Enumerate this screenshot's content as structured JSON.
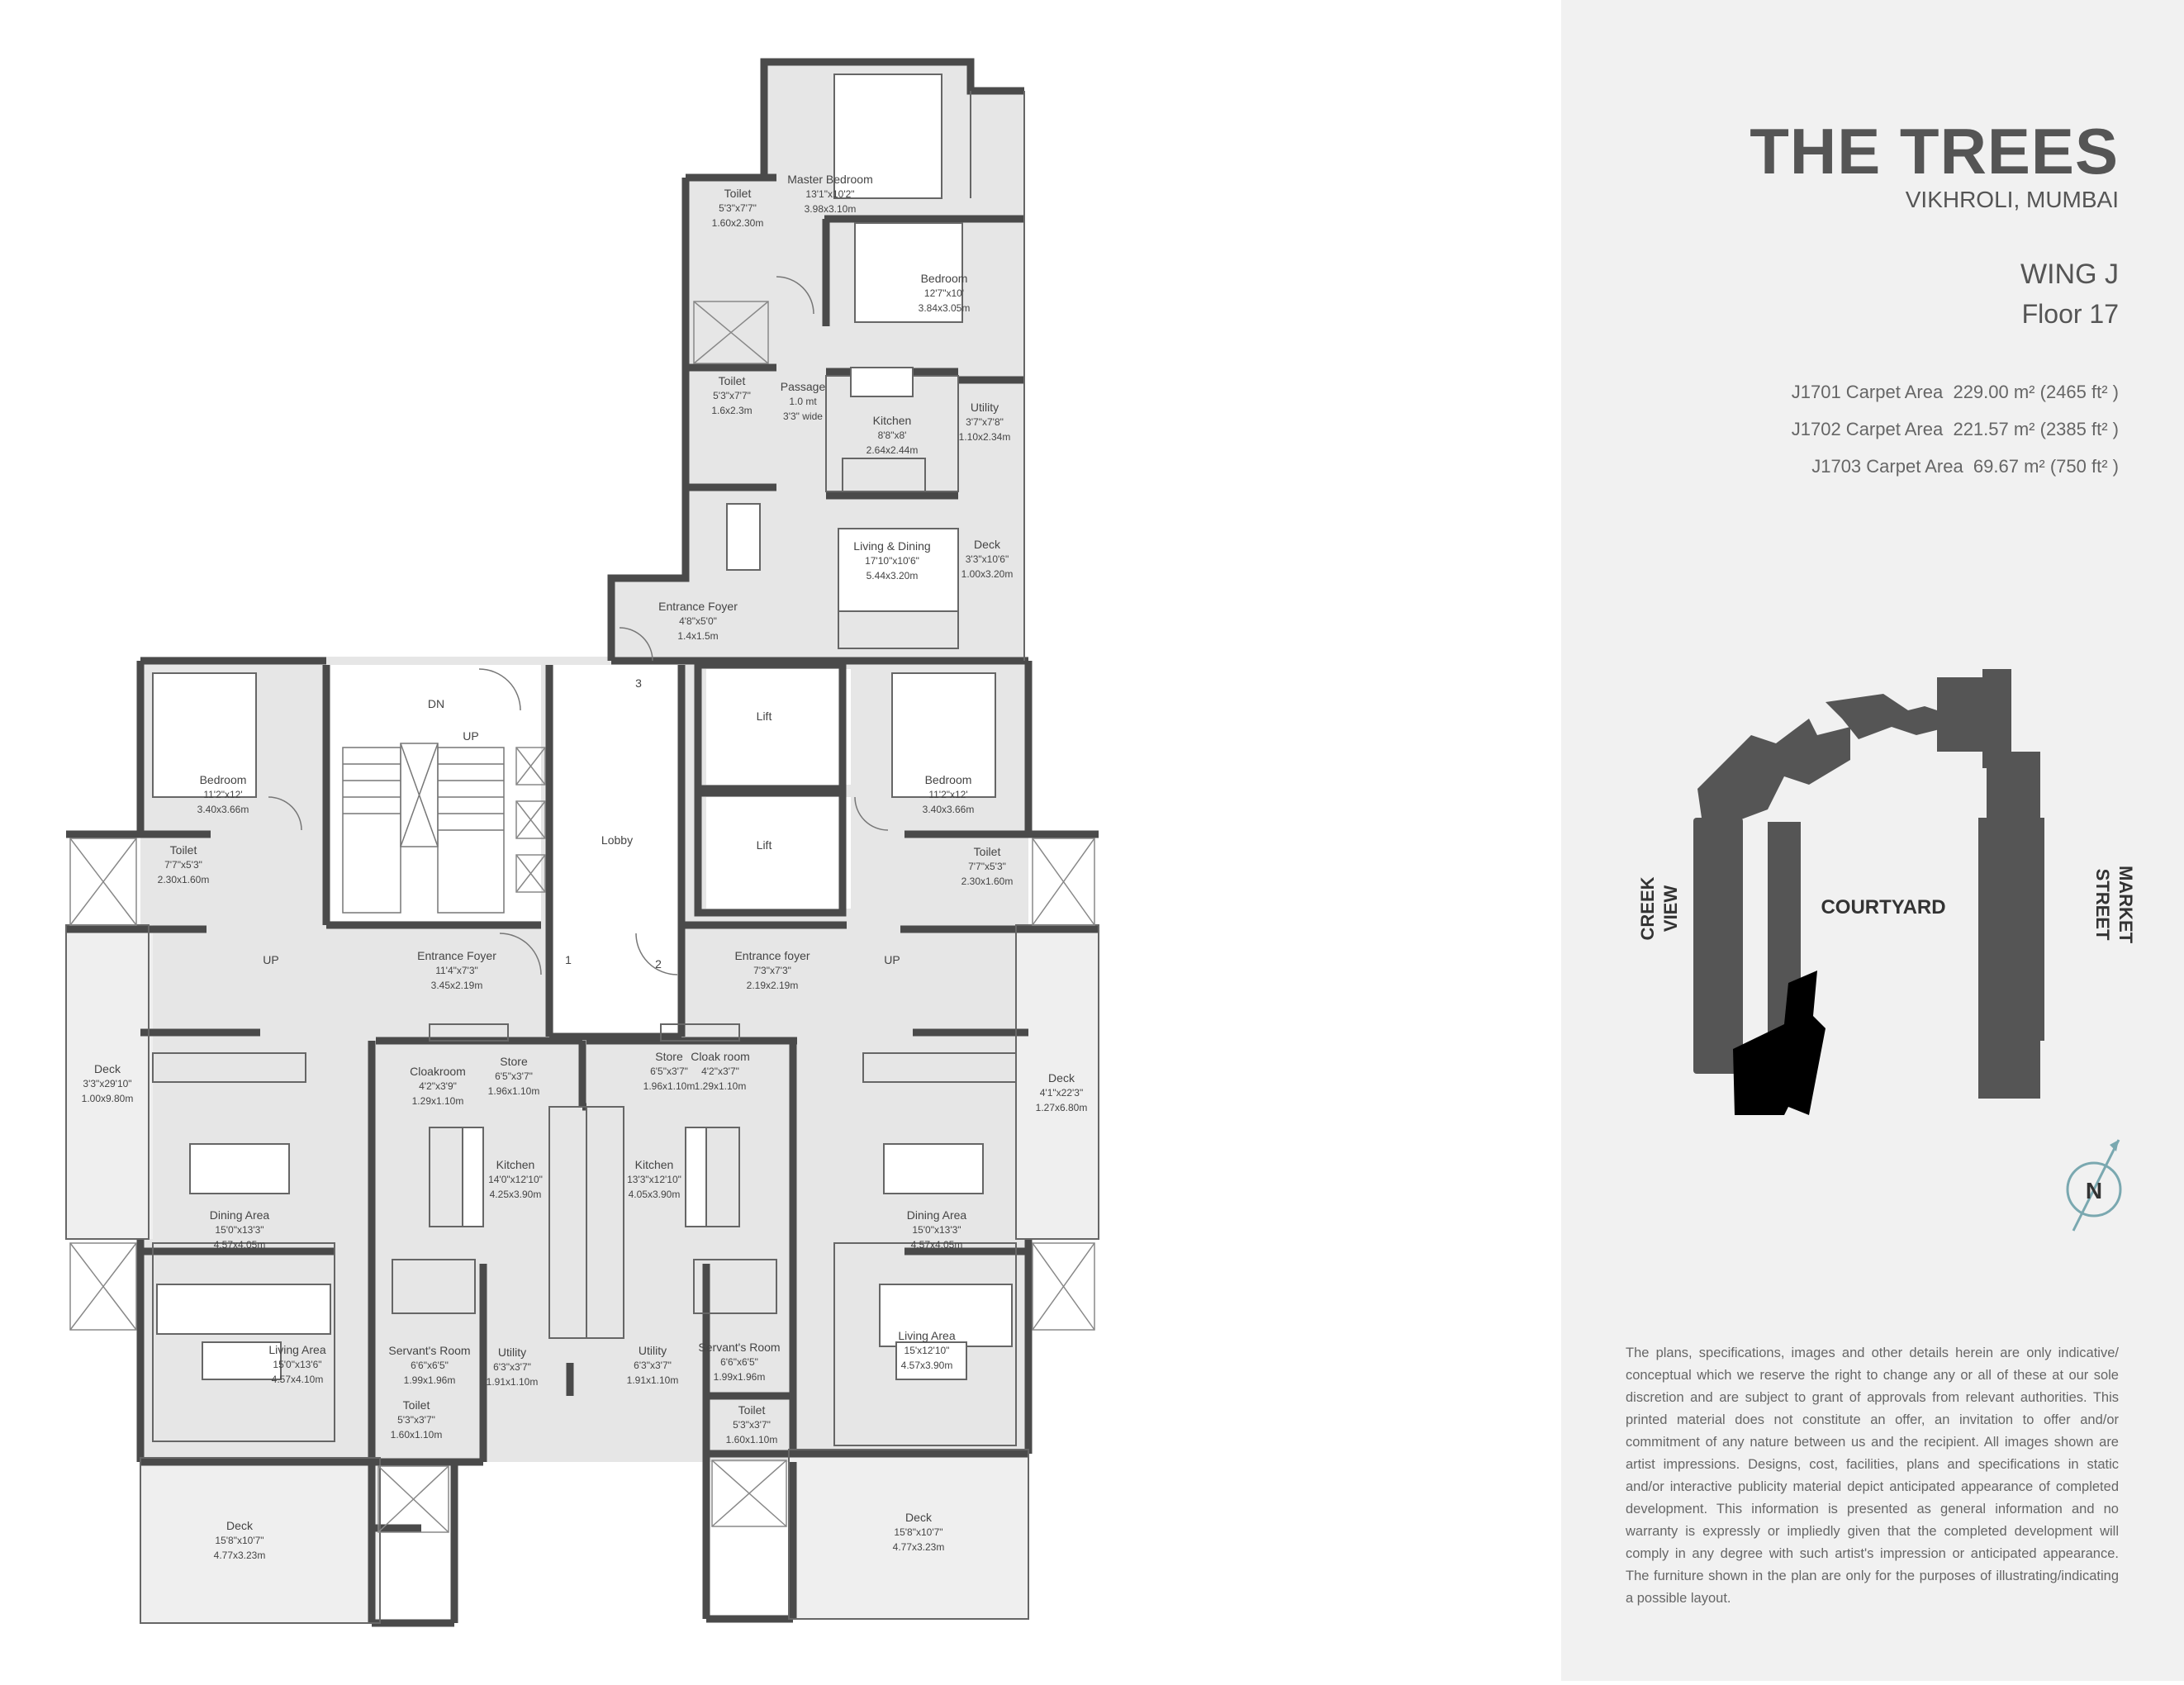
{
  "project": {
    "title": "THE TREES",
    "location": "VIKHROLI, MUMBAI",
    "wing": "WING J",
    "floor": "Floor 17"
  },
  "areas": [
    {
      "unit": "J1701 Carpet Area",
      "value": "229.00 m² (2465 ft² )"
    },
    {
      "unit": "J1702 Carpet Area",
      "value": "221.57 m² (2385 ft² )"
    },
    {
      "unit": "J1703 Carpet Area",
      "value": "69.67 m² (750 ft² )"
    }
  ],
  "keyplan": {
    "courtyard": "COURTYARD",
    "left_label_1": "CREEK",
    "left_label_2": "VIEW",
    "right_label_1": "MARKET",
    "right_label_2": "STREET",
    "compass": "N",
    "colors": {
      "building": "#555555",
      "highlight": "#000000"
    }
  },
  "disclaimer": "The plans, specifications, images and other details herein are only indicative/ conceptual which we reserve the right to change any or all of these at our sole discretion and are subject to grant of approvals from relevant authorities. This printed material does not constitute an offer, an invitation to offer and/or commitment of any nature between us and the recipient. All images shown are artist impressions. Designs, cost, facilities, plans and specifications in static and/or interactive publicity material depict anticipated appearance of completed development. This information is presented as general information and no warranty is expressly or impliedly given that the completed development will comply in any degree with such artist's impression or anticipated appearance. The furniture shown in the plan are only for the purposes of illustrating/indicating a possible layout.",
  "rooms": {
    "master_bedroom": {
      "name": "Master Bedroom",
      "dim1": "13'1\"x10'2\"",
      "dim2": "3.98x3.10m"
    },
    "toilet_top": {
      "name": "Toilet",
      "dim1": "5'3\"x7'7\"",
      "dim2": "1.60x2.30m"
    },
    "bedroom_top": {
      "name": "Bedroom",
      "dim1": "12'7\"x10'",
      "dim2": "3.84x3.05m"
    },
    "toilet_mid": {
      "name": "Toilet",
      "dim1": "5'3\"x7'7\"",
      "dim2": "1.6x2.3m"
    },
    "passage": {
      "name": "Passage",
      "dim1": "1.0 mt",
      "dim2": "3'3\" wide"
    },
    "kitchen_top": {
      "name": "Kitchen",
      "dim1": "8'8\"x8'",
      "dim2": "2.64x2.44m"
    },
    "utility_top": {
      "name": "Utility",
      "dim1": "3'7\"x7'8\"",
      "dim2": "1.10x2.34m"
    },
    "living_dining_top": {
      "name": "Living & Dining",
      "dim1": "17'10\"x10'6\"",
      "dim2": "5.44x3.20m"
    },
    "deck_top": {
      "name": "Deck",
      "dim1": "3'3\"x10'6\"",
      "dim2": "1.00x3.20m"
    },
    "entrance_foyer_top": {
      "name": "Entrance Foyer",
      "dim1": "4'8\"x5'0\"",
      "dim2": "1.4x1.5m"
    },
    "bedroom_left": {
      "name": "Bedroom",
      "dim1": "11'2\"x12'",
      "dim2": "3.40x3.66m"
    },
    "toilet_left": {
      "name": "Toilet",
      "dim1": "7'7\"x5'3\"",
      "dim2": "2.30x1.60m"
    },
    "bedroom_right": {
      "name": "Bedroom",
      "dim1": "11'2\"x12'",
      "dim2": "3.40x3.66m"
    },
    "toilet_right": {
      "name": "Toilet",
      "dim1": "7'7\"x5'3\"",
      "dim2": "2.30x1.60m"
    },
    "lift_1": {
      "name": "Lift"
    },
    "lift_2": {
      "name": "Lift"
    },
    "lobby": {
      "name": "Lobby"
    },
    "entrance_foyer_left": {
      "name": "Entrance Foyer",
      "dim1": "11'4\"x7'3\"",
      "dim2": "3.45x2.19m"
    },
    "entrance_foyer_right": {
      "name": "Entrance foyer",
      "dim1": "7'3\"x7'3\"",
      "dim2": "2.19x2.19m"
    },
    "deck_left": {
      "name": "Deck",
      "dim1": "3'3\"x29'10\"",
      "dim2": "1.00x9.80m"
    },
    "deck_right": {
      "name": "Deck",
      "dim1": "4'1\"x22'3\"",
      "dim2": "1.27x6.80m"
    },
    "cloakroom_left": {
      "name": "Cloakroom",
      "dim1": "4'2\"x3'9\"",
      "dim2": "1.29x1.10m"
    },
    "store_left": {
      "name": "Store",
      "dim1": "6'5\"x3'7\"",
      "dim2": "1.96x1.10m"
    },
    "store_right": {
      "name": "Store",
      "dim1": "6'5\"x3'7\"",
      "dim2": "1.96x1.10m"
    },
    "cloakroom_right": {
      "name": "Cloak room",
      "dim1": "4'2\"x3'7\"",
      "dim2": "1.29x1.10m"
    },
    "kitchen_left": {
      "name": "Kitchen",
      "dim1": "14'0\"x12'10\"",
      "dim2": "4.25x3.90m"
    },
    "kitchen_right": {
      "name": "Kitchen",
      "dim1": "13'3\"x12'10\"",
      "dim2": "4.05x3.90m"
    },
    "dining_left": {
      "name": "Dining Area",
      "dim1": "15'0\"x13'3\"",
      "dim2": "4.57x4.05m"
    },
    "dining_right": {
      "name": "Dining Area",
      "dim1": "15'0\"x13'3\"",
      "dim2": "4.57x4.05m"
    },
    "living_left": {
      "name": "Living Area",
      "dim1": "15'0\"x13'6\"",
      "dim2": "4.57x4.10m"
    },
    "living_right": {
      "name": "Living Area",
      "dim1": "15'x12'10\"",
      "dim2": "4.57x3.90m"
    },
    "servant_left": {
      "name": "Servant's Room",
      "dim1": "6'6\"x6'5\"",
      "dim2": "1.99x1.96m"
    },
    "utility_left": {
      "name": "Utility",
      "dim1": "6'3\"x3'7\"",
      "dim2": "1.91x1.10m"
    },
    "utility_right": {
      "name": "Utility",
      "dim1": "6'3\"x3'7\"",
      "dim2": "1.91x1.10m"
    },
    "servant_right": {
      "name": "Servant's Room",
      "dim1": "6'6\"x6'5\"",
      "dim2": "1.99x1.96m"
    },
    "toilet_servant_left": {
      "name": "Toilet",
      "dim1": "5'3\"x3'7\"",
      "dim2": "1.60x1.10m"
    },
    "toilet_servant_right": {
      "name": "Toilet",
      "dim1": "5'3\"x3'7\"",
      "dim2": "1.60x1.10m"
    },
    "deck_bottom_left": {
      "name": "Deck",
      "dim1": "15'8\"x10'7\"",
      "dim2": "4.77x3.23m"
    },
    "deck_bottom_right": {
      "name": "Deck",
      "dim1": "15'8\"x10'7\"",
      "dim2": "4.77x3.23m"
    }
  },
  "markers": {
    "dn": "DN",
    "up": "UP",
    "up_left": "UP",
    "up_right": "UP",
    "m1": "1",
    "m2": "2",
    "m3": "3"
  }
}
